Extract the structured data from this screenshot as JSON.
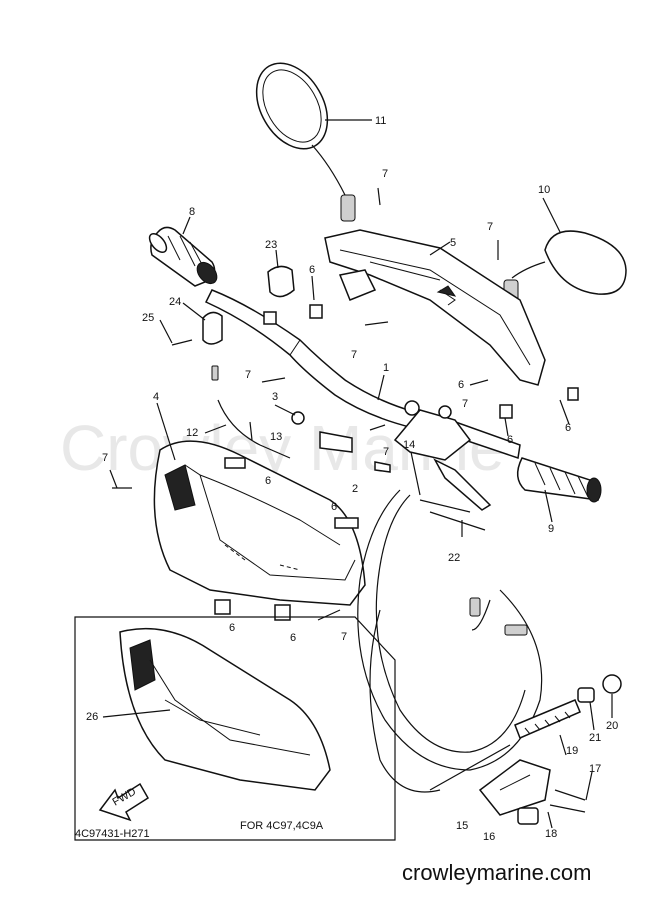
{
  "diagram": {
    "watermark": "Crowley Marine",
    "part_code": "4C97431-H271",
    "inset_label": "FOR 4C97,4C9A",
    "fwd_label": "FWD",
    "footer_url": "crowleymarine.com",
    "callouts": [
      "1",
      "2",
      "3",
      "4",
      "5",
      "6",
      "6",
      "6",
      "6",
      "6",
      "6",
      "6",
      "6",
      "7",
      "7",
      "7",
      "7",
      "7",
      "7",
      "7",
      "7",
      "8",
      "9",
      "10",
      "11",
      "12",
      "13",
      "14",
      "15",
      "16",
      "17",
      "18",
      "19",
      "20",
      "21",
      "22",
      "23",
      "24",
      "25",
      "26"
    ]
  }
}
